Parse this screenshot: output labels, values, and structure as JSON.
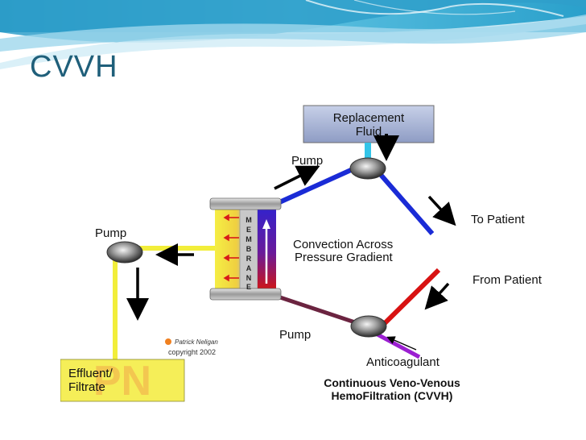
{
  "slide": {
    "title": "CVVH"
  },
  "diagram": {
    "replacement_fluid_line1": "Replacement",
    "replacement_fluid_line2": "Fluid",
    "pump_top": "Pump",
    "pump_left": "Pump",
    "pump_bottom": "Pump",
    "to_patient": "To Patient",
    "from_patient": "From Patient",
    "convection_line1": "Convection Across",
    "convection_line2": "Pressure Gradient",
    "membrane_letters": [
      "M",
      "E",
      "M",
      "B",
      "R",
      "A",
      "N",
      "E"
    ],
    "effluent_line1": "Effluent/",
    "effluent_line2": "Filtrate",
    "watermark": "PN",
    "anticoagulant": "Anticoagulant",
    "credit_name": "Patrick Neligan",
    "credit_copyright": "copyright 2002",
    "caption_line1": "Continuous Veno-Venous",
    "caption_line2": "HemoFiltration (CVVH)"
  },
  "colors": {
    "banner_dark": "#2a9cc4",
    "banner_light": "#bfe6f3",
    "title": "#1f5f7a",
    "blood_venous": "#1a2bd6",
    "blood_arterial": "#e01010",
    "effluent": "#f2ee3a",
    "anticoagulant": "#9b1fd1",
    "replacement_box": "#a9b6d6"
  }
}
